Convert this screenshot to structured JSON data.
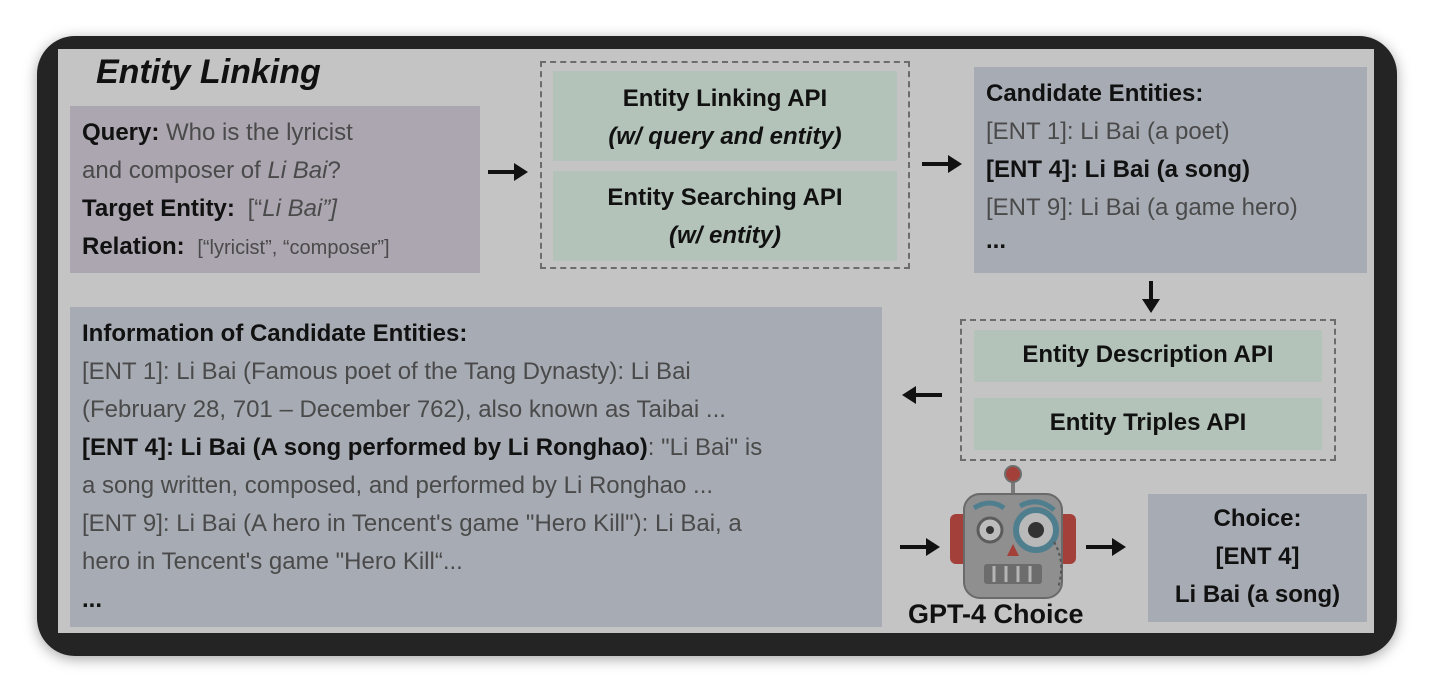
{
  "title": "Entity Linking",
  "query_box": {
    "query_label": "Query:",
    "query_text_1": "Who is the lyricist",
    "query_text_2a": "and composer of ",
    "query_text_2b": "Li Bai",
    "query_text_2c": "?",
    "target_label": "Target Entity:",
    "target_a": "[“",
    "target_b": "Li Bai”]",
    "relation_label": "Relation:",
    "relation_value": "[“lyricist”, “composer”]"
  },
  "api_group_1": {
    "linking_title": "Entity Linking API",
    "linking_sub": "(w/ query and entity)",
    "searching_title": "Entity Searching API",
    "searching_sub": "(w/ entity)"
  },
  "candidates": {
    "header": "Candidate Entities:",
    "items": [
      "[ENT 1]: Li Bai (a poet)",
      "[ENT 4]: Li Bai (a song)",
      "[ENT 9]: Li Bai (a game hero)"
    ],
    "ellipsis": "..."
  },
  "api_group_2": {
    "description": "Entity Description API",
    "triples": "Entity Triples API"
  },
  "info": {
    "header": "Information of Candidate Entities:",
    "ent1_line1": "[ENT 1]: Li Bai (Famous poet of the Tang Dynasty): Li Bai",
    "ent1_line2": "(February 28, 701 – December 762), also known as Taibai ...",
    "ent4_bold": "[ENT 4]: Li Bai (A song performed by Li Ronghao)",
    "ent4_rest": ": \"Li Bai\" is",
    "ent4_line2": "a song written, composed, and performed by Li Ronghao ...",
    "ent9_line1": "[ENT 9]: Li Bai (A hero in Tencent's game \"Hero Kill\"): Li Bai, a",
    "ent9_line2": "hero in Tencent's game \"Hero Kill“...",
    "ellipsis": "..."
  },
  "gpt4": {
    "label": "GPT-4 Choice"
  },
  "choice": {
    "line1": "Choice:",
    "line2": "[ENT 4]",
    "line3": "Li Bai (a song)"
  },
  "colors": {
    "background": "#c4c4c4",
    "gray_box": "#a7acb4",
    "query_box": "#aca6b0",
    "api_box": "#b3c3b9",
    "robot_body": "#8f8f8f",
    "robot_ears": "#a3403a",
    "robot_eye_ring": "#4f7e8e"
  }
}
